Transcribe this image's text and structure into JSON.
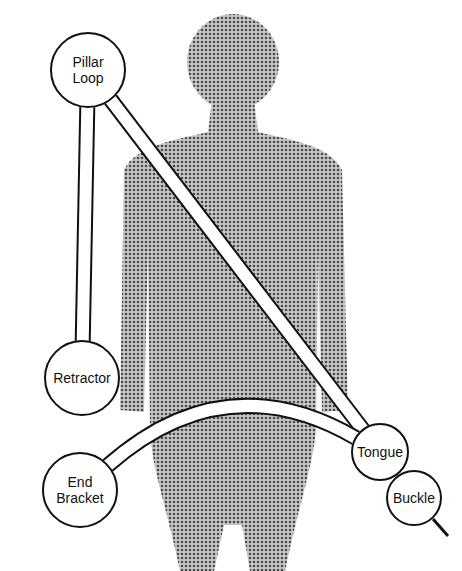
{
  "diagram": {
    "nodes": [
      {
        "text": [
          "Pillar Loop"
        ]
      },
      {
        "text": [
          "Retractor"
        ]
      },
      {
        "text": [
          "End Bracket"
        ]
      },
      {
        "text": [
          "Tongue"
        ]
      },
      {
        "text": [
          "Buckle"
        ]
      }
    ],
    "edges": [
      {
        "from": 0,
        "to": 1,
        "arrow": "none"
      },
      {
        "from": 0,
        "to": 3,
        "arrow": "none"
      },
      {
        "from": 2,
        "to": 3,
        "arrow": "none"
      }
    ]
  }
}
